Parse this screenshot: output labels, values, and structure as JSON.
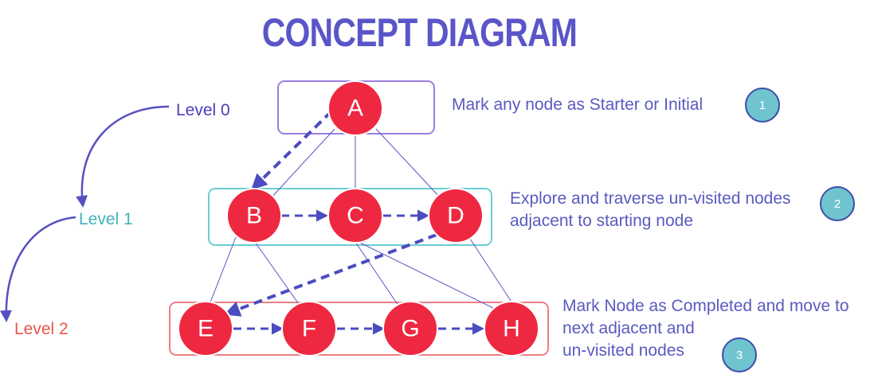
{
  "title": "CONCEPT DIAGRAM",
  "levels": [
    {
      "label": "Level 0",
      "color": "#4a3fb5"
    },
    {
      "label": "Level 1",
      "color": "#3fb3bd"
    },
    {
      "label": "Level 2",
      "color": "#e8564f"
    }
  ],
  "nodes": {
    "A": "A",
    "B": "B",
    "C": "C",
    "D": "D",
    "E": "E",
    "F": "F",
    "G": "G",
    "H": "H"
  },
  "steps": [
    {
      "number": "1",
      "lines": [
        "Mark any node as Starter or Initial"
      ]
    },
    {
      "number": "2",
      "lines": [
        "Explore and traverse un-visited nodes",
        "adjacent to starting node"
      ]
    },
    {
      "number": "3",
      "lines": [
        "Mark Node as Completed and move to",
        "next adjacent and",
        "un-visited nodes"
      ]
    }
  ],
  "colors": {
    "title": "#5a55c8",
    "node_fill": "#ee2840",
    "node_stroke": "#ffffff",
    "edge": "#5a56c4",
    "traversal_arrow": "#4b4cc0",
    "level0_box": "#9a7ee0",
    "level1_box": "#6ccdd1",
    "level2_box": "#ec7e85",
    "badge_fill": "#6fc4cf",
    "badge_border": "#3d4ea8",
    "description_text": "#5a5ac0"
  }
}
